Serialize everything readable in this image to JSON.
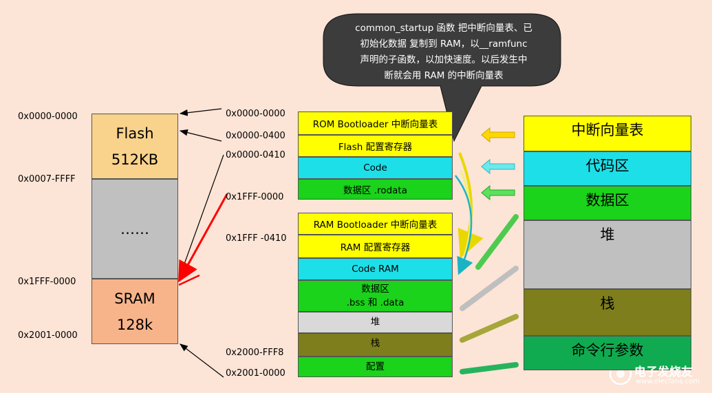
{
  "callout": {
    "lines": [
      "common_startup 函数 把中断向量表、已",
      "初始化数据 复制到 RAM，以__ramfunc",
      "声明的子函数，以加快速度。以后发生中",
      "断就会用 RAM 的中断向量表"
    ]
  },
  "left_map": {
    "addresses": [
      "0x0000-0000",
      "0x0007-FFFF",
      "0x1FFF-0000",
      "0x2001-0000"
    ],
    "flash": {
      "name": "Flash",
      "size": "512KB"
    },
    "gap": "……",
    "sram": {
      "name": "SRAM",
      "size": "128k"
    }
  },
  "middle_addresses": [
    "0x0000-0000",
    "0x0000-0400",
    "0x0000-0410",
    "0x1FFF-0000",
    "0x1FFF -0410",
    "0x2000-FFF8",
    "0x2001-0000"
  ],
  "flash_blocks": [
    "ROM Bootloader 中断向量表",
    "Flash 配置寄存器",
    "Code",
    "数据区 .rodata"
  ],
  "ram_blocks": [
    "RAM Bootloader 中断向量表",
    "RAM 配置寄存器",
    "Code RAM",
    "数据区",
    ".bss  和  .data",
    "堆",
    "栈",
    "配置"
  ],
  "right_blocks": [
    "中断向量表",
    "代码区",
    "数据区",
    "堆",
    "栈",
    "命令行参数"
  ],
  "watermark": {
    "brand": "电子发烧友",
    "url": "www.elecfans.com"
  },
  "colors": {
    "background": "#fce4d6",
    "flash": "#f9d28c",
    "sram": "#f7b48a",
    "gap": "#c0c0c0",
    "yellow": "#ffff00",
    "cyan": "#1ddfe8",
    "green": "#1ad31a",
    "light_gray": "#d9d9d9",
    "olive": "#7e7e1c",
    "dark_green": "#10ab50",
    "callout": "#3c3c3c",
    "red_arrow": "#ff0000"
  }
}
